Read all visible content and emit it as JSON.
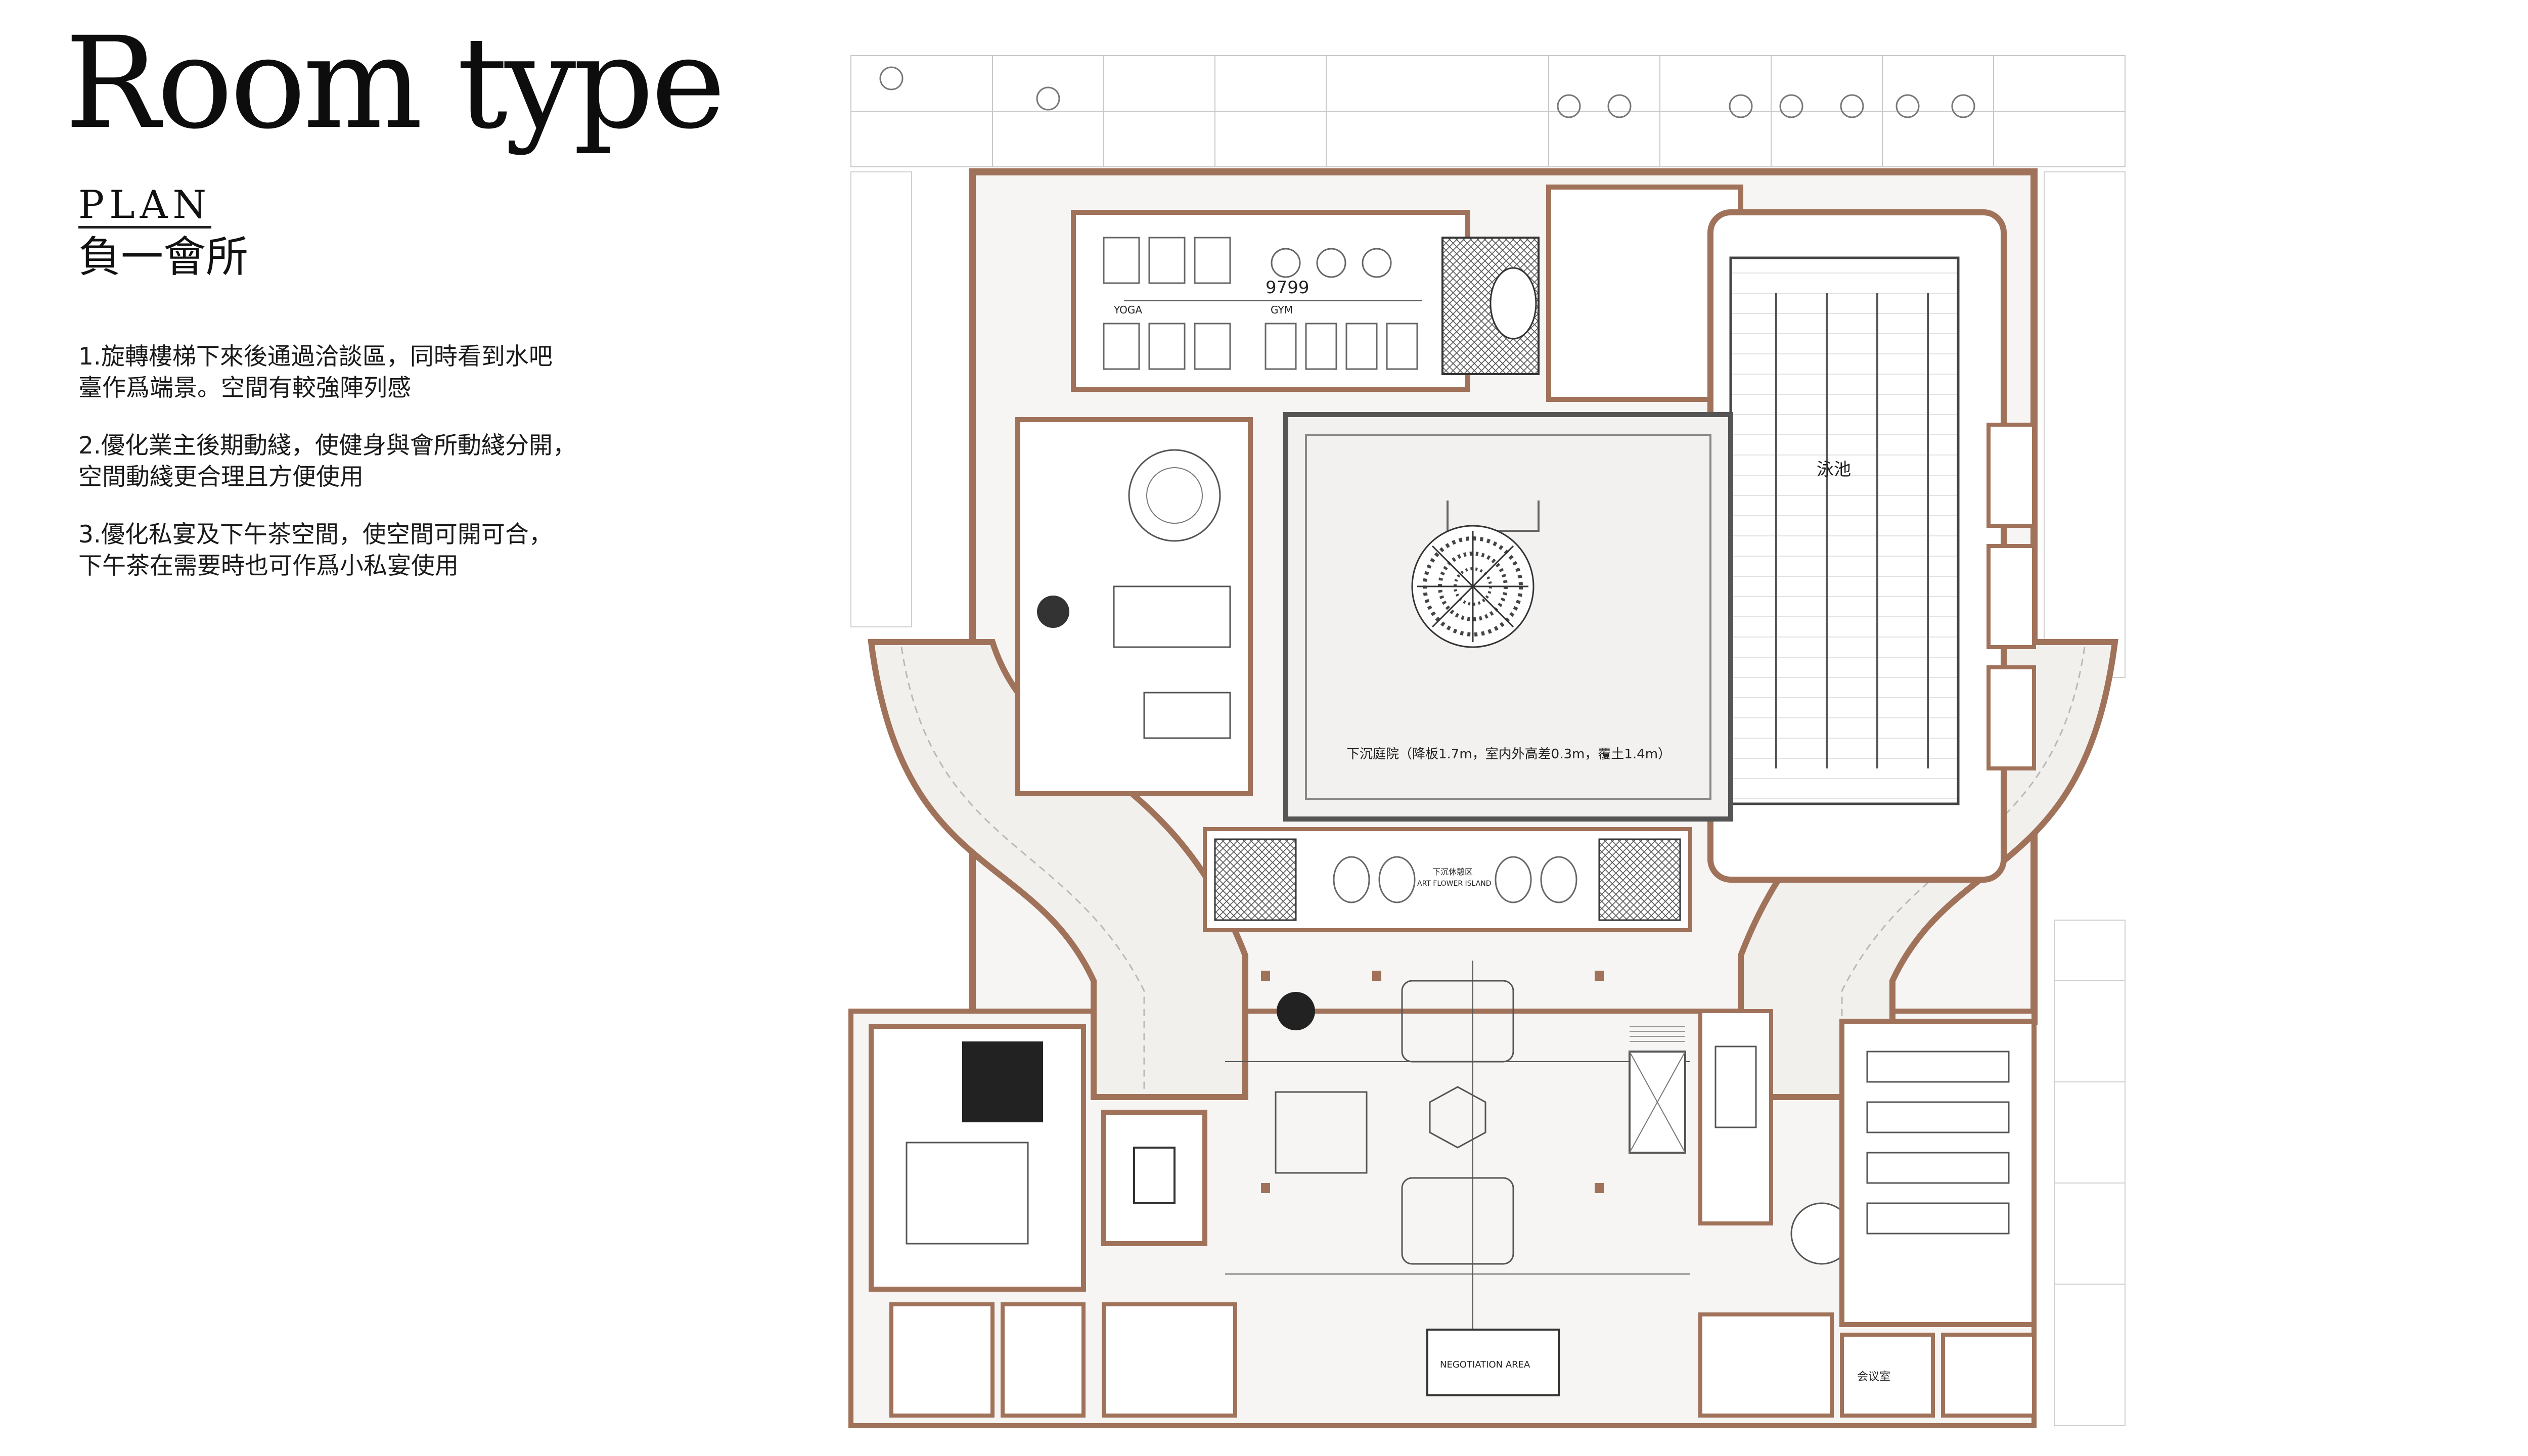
{
  "header": {
    "title": "Room type",
    "plan_label": "PLAN",
    "subtitle": "負一會所"
  },
  "notes": [
    {
      "line1": "1.旋轉樓梯下來後通過洽談區，同時看到水吧",
      "line2": "臺作爲端景。空間有較強陣列感"
    },
    {
      "line1": "2.優化業主後期動綫，使健身與會所動綫分開，",
      "line2": "空間動綫更合理且方便使用"
    },
    {
      "line1": "3.優化私宴及下午茶空間，使空間可開可合，",
      "line2": "下午茶在需要時也可作爲小私宴使用"
    }
  ],
  "floorplan": {
    "courtyard_label": "下沉庭院（降板1.7m，室内外高差0.3m，覆土1.4m）",
    "pool_label": "泳池",
    "dimension_label": "9799",
    "art_flower_island": "ART FLOWER ISLAND",
    "sunken_zone": "下沉休憩区",
    "negotiation_area": "NEGOTIATION AREA",
    "yoga": "YOGA",
    "gym": "GYM",
    "meeting_room": "会议室",
    "colors": {
      "wall": "#a0725a",
      "wall_dark": "#555555",
      "line": "#9a9a9a",
      "floor": "#f6f5f3",
      "stair": "#c9c4bd"
    }
  }
}
